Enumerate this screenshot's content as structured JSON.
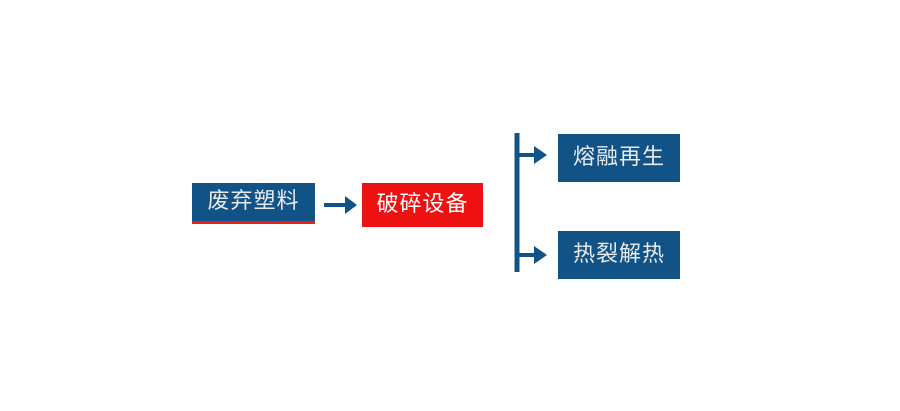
{
  "diagram": {
    "type": "flow-diagram",
    "title": "",
    "background_color": "#ffffff",
    "palette": {
      "blue": "#115287",
      "red": "#ee1111",
      "accent_red": "#e8201a",
      "connector": "#115287",
      "text_on_fill": "#e8eaec"
    },
    "nodes": [
      {
        "id": "waste",
        "label": "废弃塑料",
        "role": "input",
        "fill": "#115287",
        "underline": "#e8201a"
      },
      {
        "id": "crusher",
        "label": "破碎设备",
        "role": "process",
        "fill": "#ee1111",
        "underline": ""
      },
      {
        "id": "melt",
        "label": "熔融再生",
        "role": "output",
        "fill": "#115287",
        "underline": ""
      },
      {
        "id": "pyrolysis",
        "label": "热裂解热",
        "role": "output",
        "fill": "#115287",
        "underline": ""
      }
    ],
    "connectors": [
      {
        "id": "waste-to-crusher",
        "from": "waste",
        "to": "crusher",
        "style": "straight-arrow",
        "direction": "right"
      },
      {
        "id": "crusher-branch",
        "from": "crusher",
        "to": "melt,pyrolysis",
        "style": "bracket-split",
        "direction": "right"
      }
    ]
  }
}
